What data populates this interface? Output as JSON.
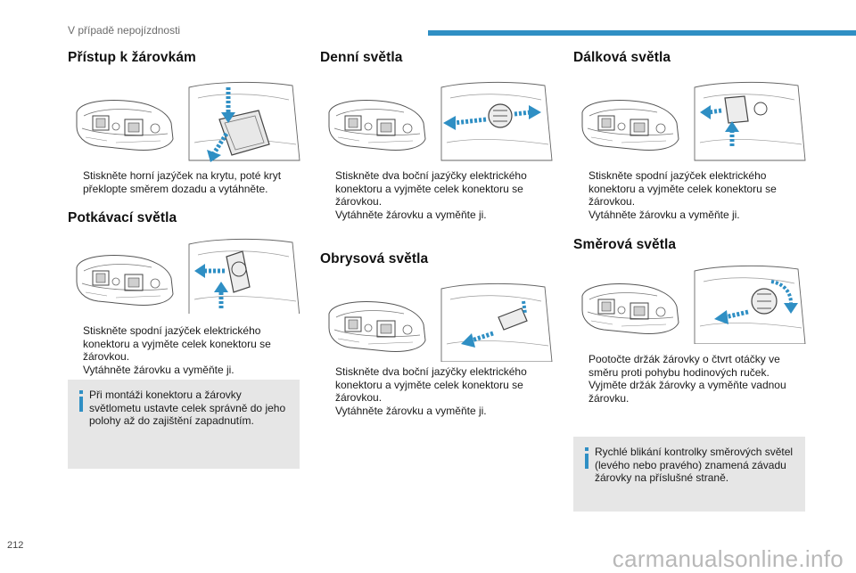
{
  "header": {
    "chapter": "V případě nepojízdnosti",
    "accent": "#2f8fc4"
  },
  "sections": {
    "access": {
      "title": "Přístup k žárovkám",
      "bullets": [
        "Stiskněte horní jazýček na krytu, poté kryt překlopte směrem dozadu a vytáhněte."
      ]
    },
    "dipped": {
      "title": "Potkávací světla",
      "bullets": [
        "Stiskněte spodní jazýček elektrického konektoru a vyjměte celek konektoru se žárovkou.",
        "Vytáhněte žárovku a vyměňte ji."
      ],
      "note": "Při montáži konektoru a žárovky světlometu ustavte celek správně do jeho polohy až do zajištění zapadnutím."
    },
    "daytime": {
      "title": "Denní světla",
      "bullets": [
        "Stiskněte dva boční jazýčky elektrického konektoru a vyjměte celek konektoru se žárovkou.",
        "Vytáhněte žárovku a vyměňte ji."
      ]
    },
    "sidelights": {
      "title": "Obrysová světla",
      "bullets": [
        "Stiskněte dva boční jazýčky elektrického konektoru a vyjměte celek konektoru se žárovkou.",
        "Vytáhněte žárovku a vyměňte ji."
      ]
    },
    "main_beam": {
      "title": "Dálková světla",
      "bullets": [
        "Stiskněte spodní jazýček elektrického konektoru a vyjměte celek konektoru se žárovkou.",
        "Vytáhněte žárovku a vyměňte ji."
      ]
    },
    "indicators": {
      "title": "Směrová světla",
      "bullets": [
        "Pootočte držák žárovky o čtvrt otáčky ve směru proti pohybu hodinových ruček.",
        "Vyjměte držák žárovky a vyměňte vadnou žárovku."
      ],
      "note": "Rychlé blikání kontrolky směrových světel (levého nebo pravého) znamená závadu žárovky na příslušné straně."
    }
  },
  "bullet_symbol": "",
  "page_number": "212",
  "watermark": "carmanualsonline.info",
  "icons": {
    "info": "info-icon"
  },
  "colors": {
    "arrow": "#2f8fc4",
    "note_bg": "#e6e6e6"
  }
}
